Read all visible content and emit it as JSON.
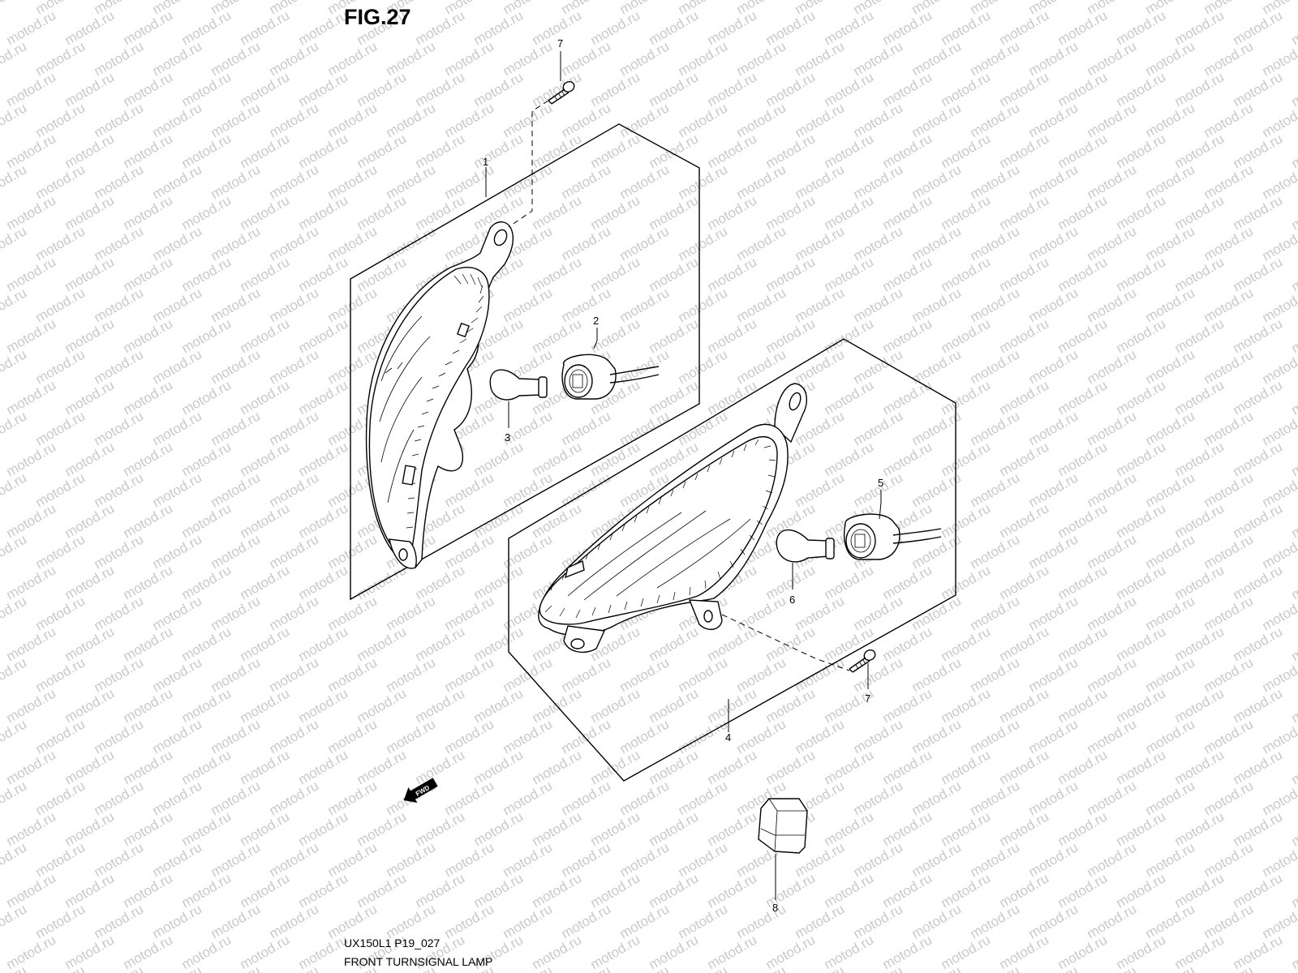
{
  "figure": {
    "title": "FIG.27",
    "code": "UX150L1 P19_027",
    "caption": "FRONT TURNSIGNAL LAMP"
  },
  "watermark": {
    "text": "motod.ru"
  },
  "fwd_arrow": {
    "label": "FWD"
  },
  "callouts": [
    {
      "id": "7",
      "label": "7"
    },
    {
      "id": "1",
      "label": "1"
    },
    {
      "id": "2",
      "label": "2"
    },
    {
      "id": "3",
      "label": "3"
    },
    {
      "id": "5",
      "label": "5"
    },
    {
      "id": "6",
      "label": "6"
    },
    {
      "id": "7b",
      "label": "7"
    },
    {
      "id": "4",
      "label": "4"
    },
    {
      "id": "8",
      "label": "8"
    }
  ]
}
